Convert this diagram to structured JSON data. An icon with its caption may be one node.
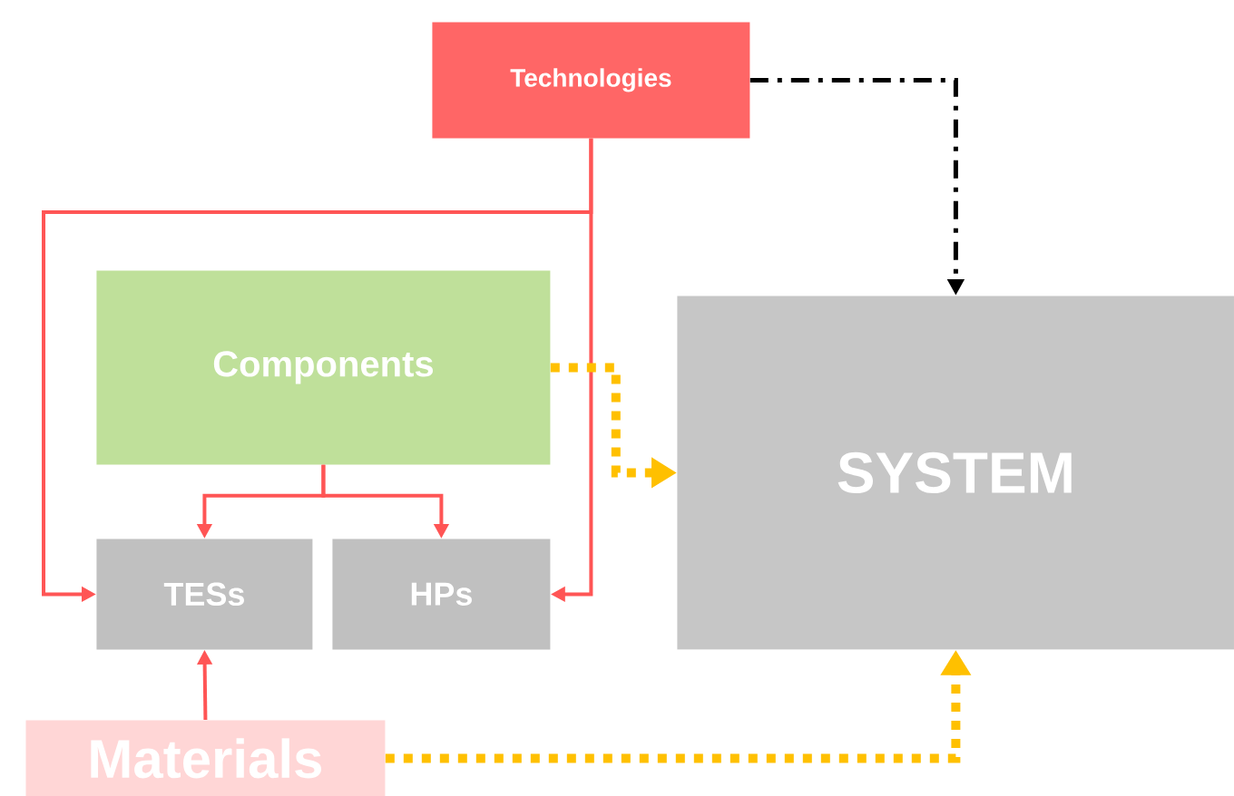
{
  "diagram": {
    "nodes": [
      {
        "text": [
          "Technologies"
        ]
      },
      {
        "text": [
          "Components"
        ]
      },
      {
        "text": [
          "SYSTEM"
        ]
      },
      {
        "text": [
          "TESs"
        ]
      },
      {
        "text": [
          "HPs"
        ]
      },
      {
        "text": [
          "Materials"
        ]
      }
    ],
    "edges": [
      {
        "from": 0,
        "to": 3,
        "arrow": "to"
      },
      {
        "from": 0,
        "to": 4,
        "arrow": "to"
      },
      {
        "from": 0,
        "to": 2,
        "arrow": "to",
        "style": "dashed",
        "color": "#000000"
      },
      {
        "from": 1,
        "to": 3,
        "arrow": "to"
      },
      {
        "from": 1,
        "to": 4,
        "arrow": "to"
      },
      {
        "from": 1,
        "to": 2,
        "arrow": "to",
        "style": "dashed",
        "color": "#ffc000"
      },
      {
        "from": 5,
        "to": 3,
        "arrow": "to"
      },
      {
        "from": 5,
        "to": 2,
        "arrow": "to",
        "style": "dashed",
        "color": "#ffc000"
      }
    ]
  }
}
